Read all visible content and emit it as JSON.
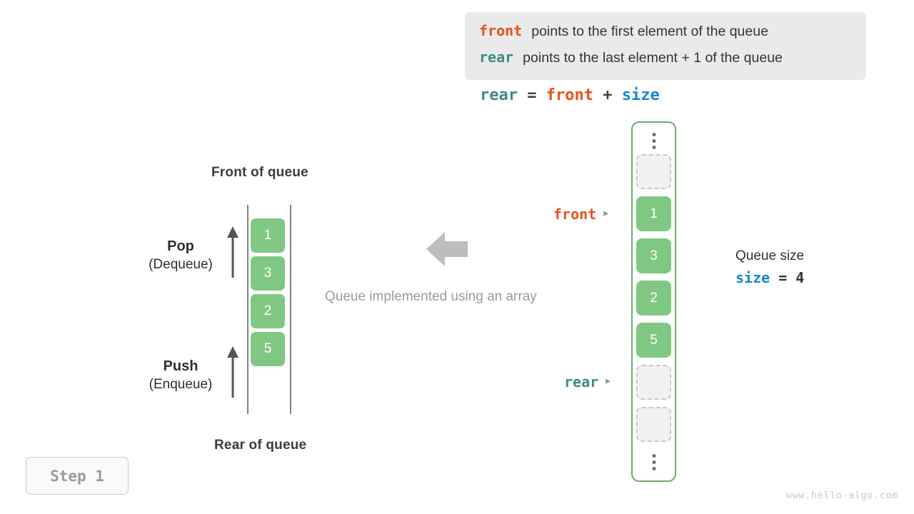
{
  "legend": {
    "lines": [
      {
        "keyword": "front",
        "text": "points to the first element of the queue",
        "color": "#e8521a"
      },
      {
        "keyword": "rear",
        "text": "points to the last element + 1 of the queue",
        "color": "#3d8b82"
      }
    ]
  },
  "formula": {
    "lhs": "rear",
    "eq": " = ",
    "rhs1": "front",
    "plus": " + ",
    "rhs2": "size"
  },
  "left_queue": {
    "top_label": "Front of queue",
    "bottom_label": "Rear of queue",
    "cells": [
      "1",
      "3",
      "2",
      "5"
    ],
    "pop": {
      "name": "Pop",
      "sub": "(Dequeue)"
    },
    "push": {
      "name": "Push",
      "sub": "(Enqueue)"
    }
  },
  "center": {
    "caption": "Queue implemented using an array",
    "arrow_icon": "arrow-left-icon"
  },
  "array": {
    "cells": [
      {
        "type": "empty",
        "value": ""
      },
      {
        "type": "filled",
        "value": "1"
      },
      {
        "type": "filled",
        "value": "3"
      },
      {
        "type": "filled",
        "value": "2"
      },
      {
        "type": "filled",
        "value": "5"
      },
      {
        "type": "empty",
        "value": ""
      },
      {
        "type": "empty",
        "value": ""
      }
    ],
    "pointers": {
      "front": {
        "label": "front",
        "head": "➤",
        "color": "#e8521a"
      },
      "rear": {
        "label": "rear",
        "head": "➤",
        "color": "#3d8b82"
      }
    },
    "ellipsis_glyph": "vertical-dots"
  },
  "queue_size": {
    "title": "Queue size",
    "var": "size",
    "expr": " = 4"
  },
  "step_badge": "Step 1",
  "footer": "www.hello-algo.com",
  "colors": {
    "cell_green": "#81c784",
    "container_green": "#6aab72",
    "front_orange": "#e8521a",
    "rear_teal": "#3d8b82",
    "size_blue": "#1785d6",
    "legend_bg": "#eaeaea",
    "muted_gray": "#9b9b9b"
  }
}
